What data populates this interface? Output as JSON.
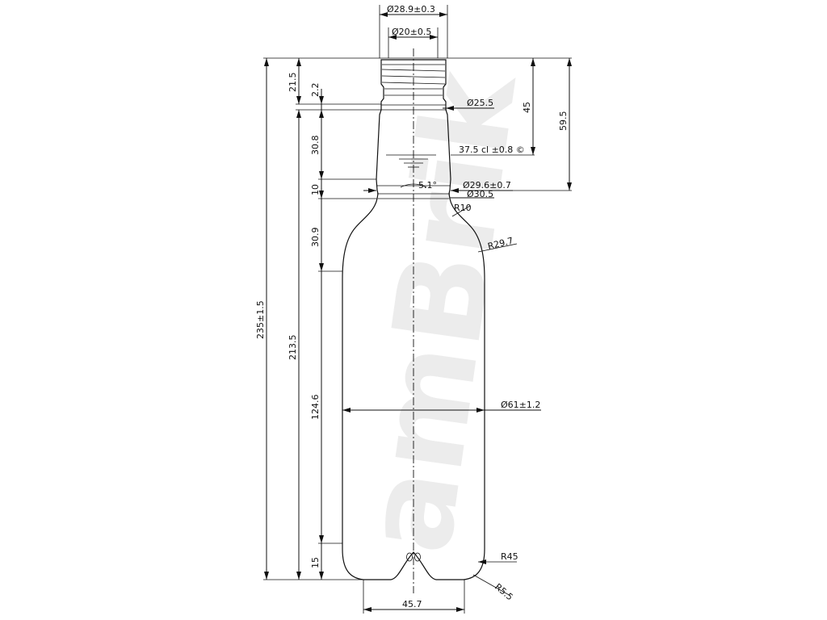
{
  "drawing": {
    "watermark": "amBrik",
    "dimensions": {
      "neck_outer_diameter": "Ø28.9±0.3",
      "bore_diameter": "Ø20±0.5",
      "collar_diameter": "Ø25.5",
      "fill_level": "37.5 cl ±0.8 ©",
      "fill_level_depth": "45",
      "shoulder_start_depth": "59.5",
      "angle": "5.1°",
      "neck_diameter": "Ø29.6±0.7",
      "neck_base_diameter": "Ø30.5",
      "radius_neck": "R10",
      "radius_shoulder": "R29.7",
      "body_diameter": "Ø61±1.2",
      "radius_heel": "R45",
      "radius_base": "R5.5",
      "base_width": "45.7",
      "total_height": "235±1.5",
      "finish_height": "21.5",
      "body_height_total": "213.5",
      "seg_2_2": "2.2",
      "seg_30_8": "30.8",
      "seg_10": "10",
      "seg_30_9": "30.9",
      "seg_124_6": "124.6",
      "seg_15": "15"
    }
  }
}
